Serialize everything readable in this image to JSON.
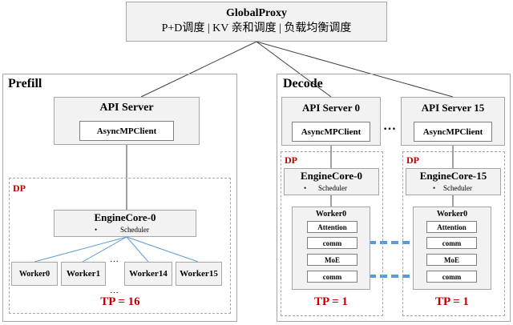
{
  "global_proxy": {
    "title": "GlobalProxy",
    "subtitle": "P+D调度 | KV 亲和调度 | 负载均衡调度"
  },
  "prefill": {
    "title": "Prefill",
    "api_server": "API Server",
    "client": "AsyncMPClient",
    "dp_label": "DP",
    "engine_core": "EngineCore-0",
    "scheduler_bullet": "•",
    "scheduler": "Scheduler",
    "workers": [
      "Worker0",
      "Worker1",
      "Worker14",
      "Worker15"
    ],
    "ellipsis": "…",
    "tp_label": "TP = 16"
  },
  "decode": {
    "title": "Decode",
    "ellipsis": "…",
    "instances": [
      {
        "api_server": "API Server 0",
        "client": "AsyncMPClient",
        "dp_label": "DP",
        "engine_core": "EngineCore-0",
        "scheduler_bullet": "•",
        "scheduler": "Scheduler",
        "worker": "Worker0",
        "modules": [
          "Attention",
          "comm",
          "MoE",
          "comm"
        ],
        "tp_label": "TP = 1"
      },
      {
        "api_server": "API Server 15",
        "client": "AsyncMPClient",
        "dp_label": "DP",
        "engine_core": "EngineCore-15",
        "scheduler_bullet": "•",
        "scheduler": "Scheduler",
        "worker": "Worker0",
        "modules": [
          "Attention",
          "comm",
          "MoE",
          "comm"
        ],
        "tp_label": "TP = 1"
      }
    ]
  },
  "colors": {
    "accent_red": "#c00000",
    "link_blue": "#5b9bd5",
    "box_fill": "#f2f2f2",
    "border_gray": "#a6a6a6"
  }
}
